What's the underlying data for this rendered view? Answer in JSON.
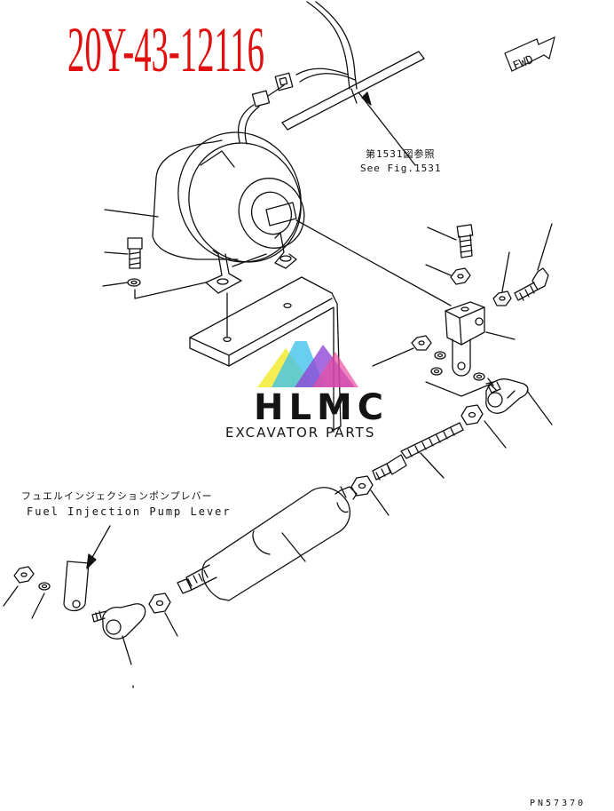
{
  "part_number": "20Y-43-12116",
  "fwd_label": "FWD",
  "reference": {
    "japanese": "第1531図参照",
    "english": "See Fig.1531"
  },
  "lever_label": {
    "japanese": "フュエルインジェクションポンプレバー",
    "english": "Fuel Injection Pump Lever"
  },
  "watermark": {
    "brand": "HLMC",
    "tagline": "EXCAVATOR PARTS",
    "logo_colors": [
      "#f2ea2a",
      "#3ac0e8",
      "#8b3fd6",
      "#e8449b"
    ]
  },
  "drawing_code": "PN57370",
  "colors": {
    "part_number": "#e01010",
    "line": "#111111"
  }
}
